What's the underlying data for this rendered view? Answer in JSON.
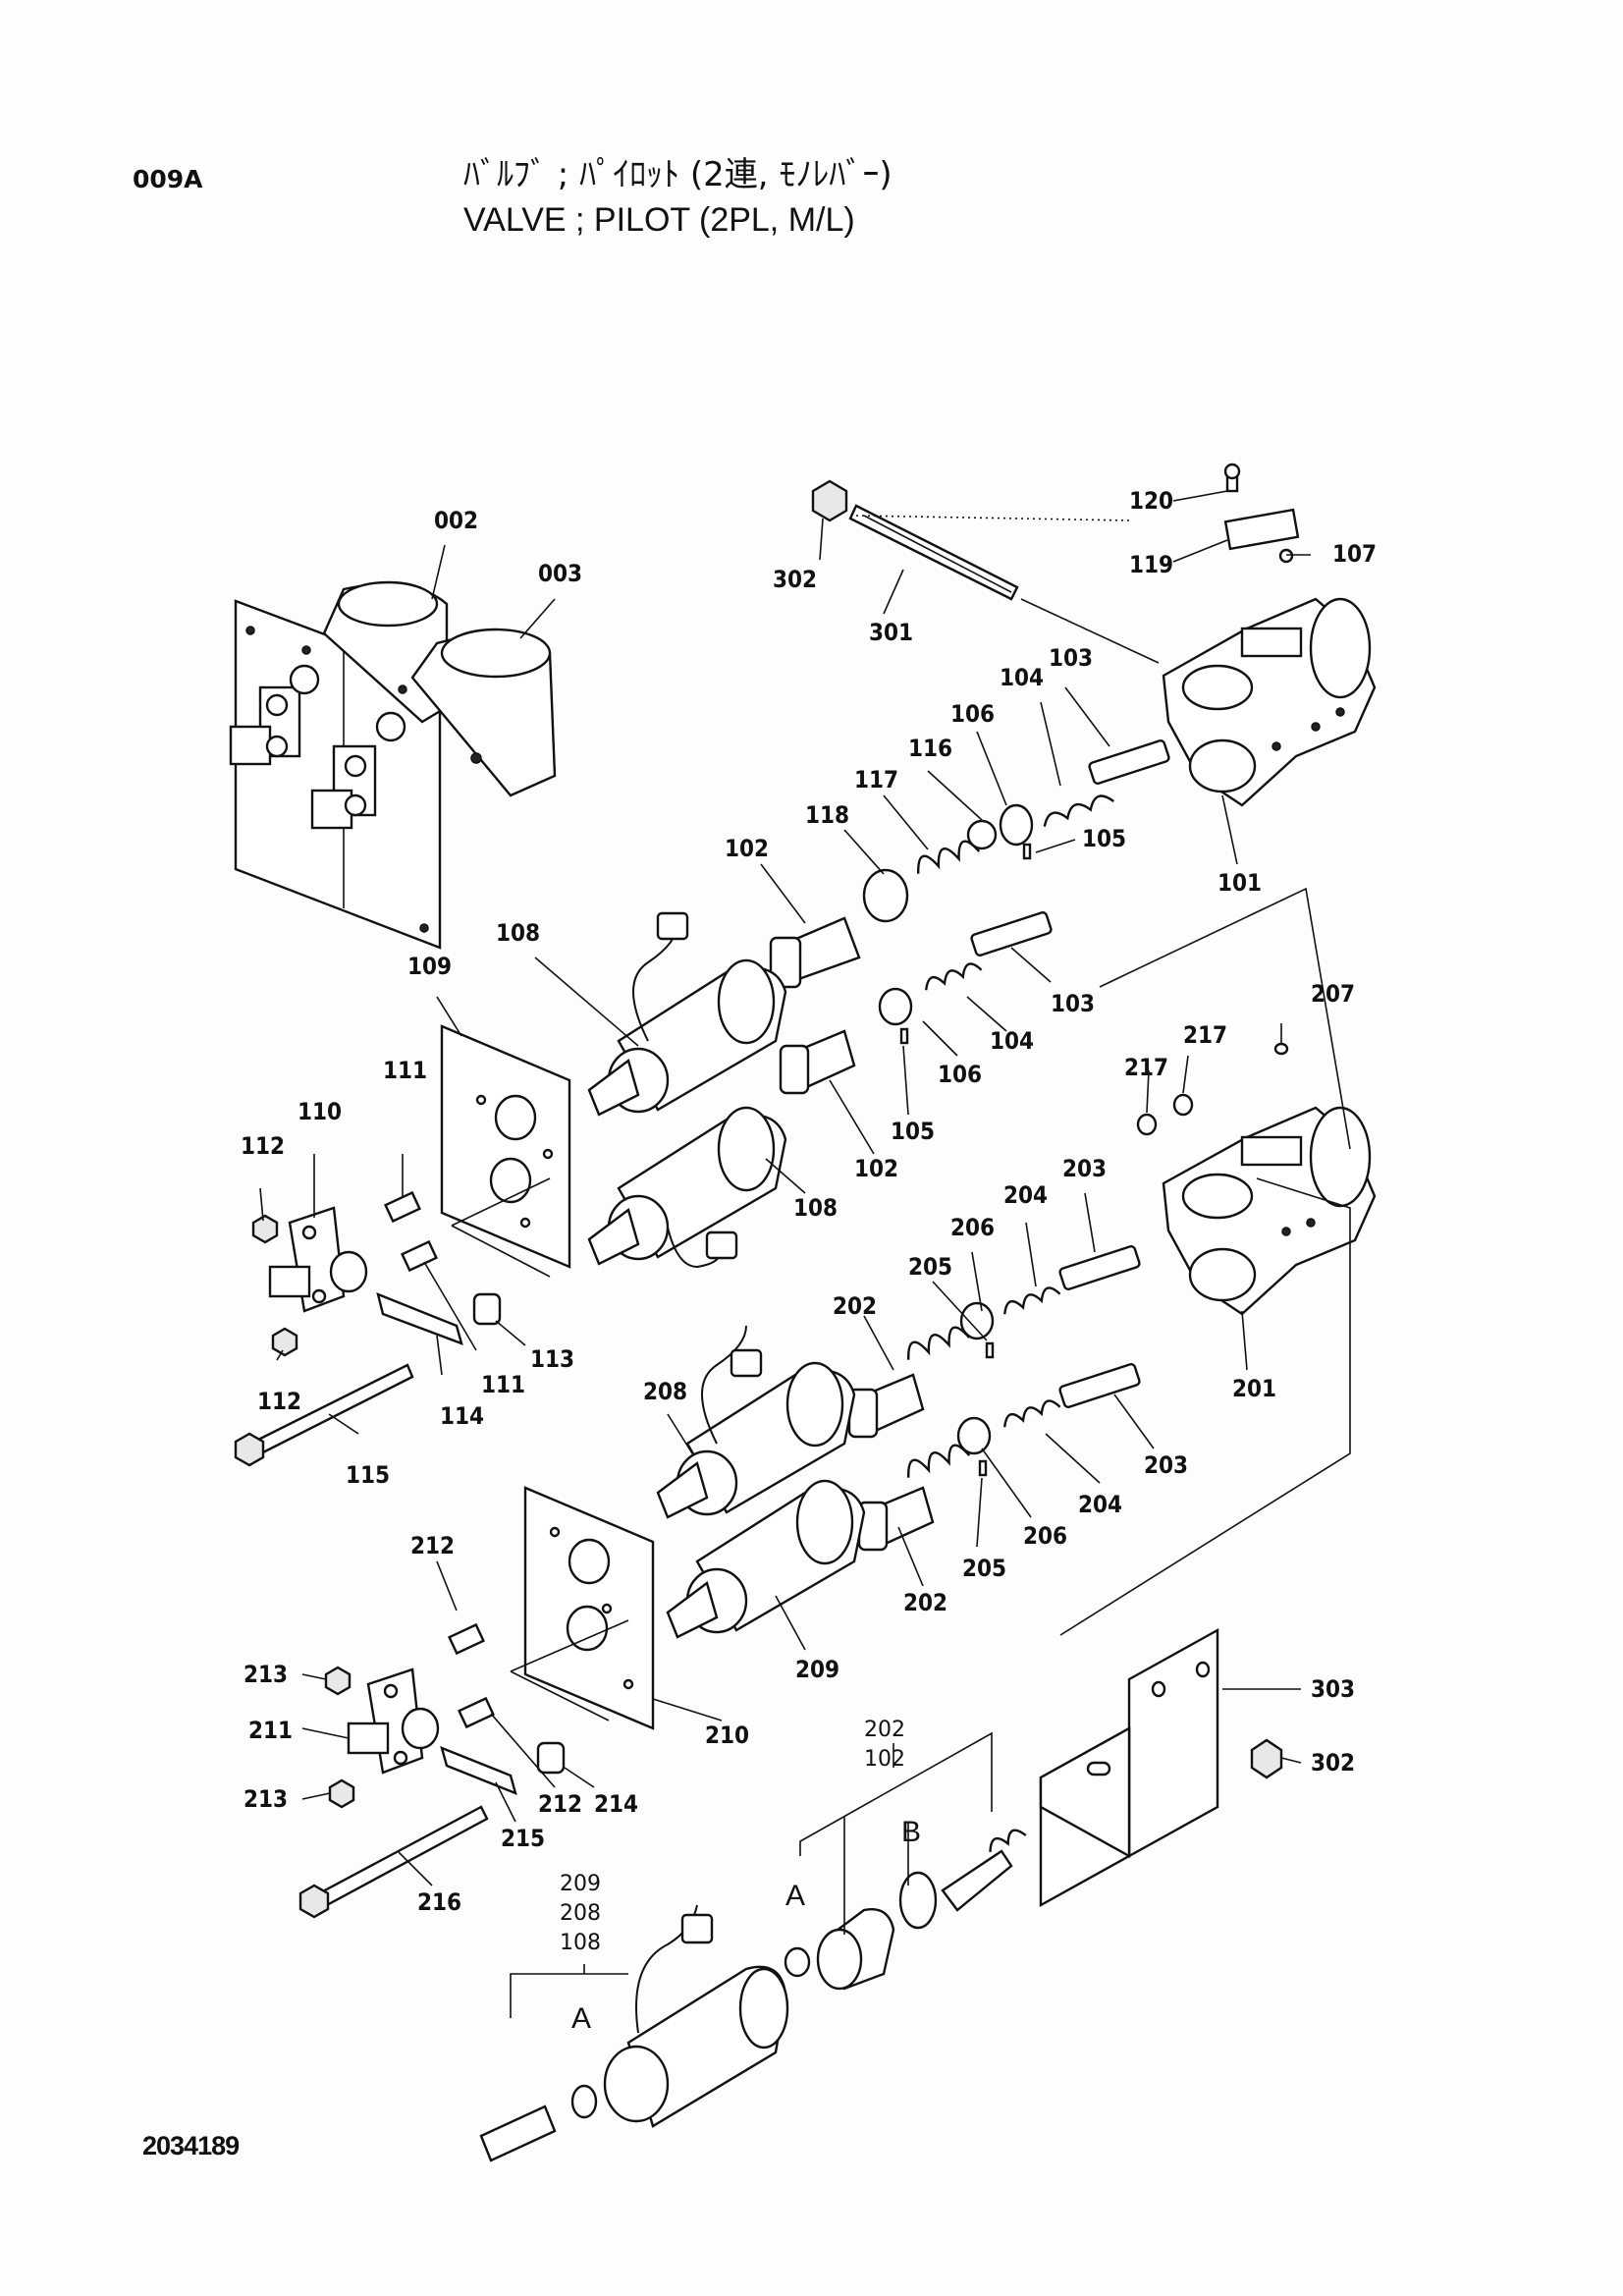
{
  "header": {
    "section_code": "009A",
    "title_jp": "ﾊﾞﾙﾌﾞ ; ﾊﾟｲﾛｯﾄ (2連, ﾓﾉﾚﾊﾞｰ)",
    "title_en": "VALVE ; PILOT (2PL, M/L)"
  },
  "footer": {
    "drawing_number": "2034189"
  },
  "callouts": [
    {
      "id": "c002",
      "text": "002"
    },
    {
      "id": "c003",
      "text": "003"
    },
    {
      "id": "c302a",
      "text": "302"
    },
    {
      "id": "c301",
      "text": "301"
    },
    {
      "id": "c120",
      "text": "120"
    },
    {
      "id": "c119",
      "text": "119"
    },
    {
      "id": "c107",
      "text": "107"
    },
    {
      "id": "c103a",
      "text": "103"
    },
    {
      "id": "c104a",
      "text": "104"
    },
    {
      "id": "c106a",
      "text": "106"
    },
    {
      "id": "c116",
      "text": "116"
    },
    {
      "id": "c117",
      "text": "117"
    },
    {
      "id": "c118",
      "text": "118"
    },
    {
      "id": "c105a",
      "text": "105"
    },
    {
      "id": "c101",
      "text": "101"
    },
    {
      "id": "c102a",
      "text": "102"
    },
    {
      "id": "c108a",
      "text": "108"
    },
    {
      "id": "c109",
      "text": "109"
    },
    {
      "id": "c103b",
      "text": "103"
    },
    {
      "id": "c104b",
      "text": "104"
    },
    {
      "id": "c106b",
      "text": "106"
    },
    {
      "id": "c105b",
      "text": "105"
    },
    {
      "id": "c102b",
      "text": "102"
    },
    {
      "id": "c108b",
      "text": "108"
    },
    {
      "id": "c111a",
      "text": "111"
    },
    {
      "id": "c110",
      "text": "110"
    },
    {
      "id": "c112a",
      "text": "112"
    },
    {
      "id": "c112b",
      "text": "112"
    },
    {
      "id": "c111b",
      "text": "111"
    },
    {
      "id": "c113",
      "text": "113"
    },
    {
      "id": "c114",
      "text": "114"
    },
    {
      "id": "c115",
      "text": "115"
    },
    {
      "id": "c207",
      "text": "207"
    },
    {
      "id": "c217a",
      "text": "217"
    },
    {
      "id": "c217b",
      "text": "217"
    },
    {
      "id": "c203a",
      "text": "203"
    },
    {
      "id": "c204a",
      "text": "204"
    },
    {
      "id": "c206a",
      "text": "206"
    },
    {
      "id": "c205a",
      "text": "205"
    },
    {
      "id": "c201",
      "text": "201"
    },
    {
      "id": "c202a",
      "text": "202"
    },
    {
      "id": "c208",
      "text": "208"
    },
    {
      "id": "c203b",
      "text": "203"
    },
    {
      "id": "c204b",
      "text": "204"
    },
    {
      "id": "c206b",
      "text": "206"
    },
    {
      "id": "c205b",
      "text": "205"
    },
    {
      "id": "c202b",
      "text": "202"
    },
    {
      "id": "c209",
      "text": "209"
    },
    {
      "id": "c212a",
      "text": "212"
    },
    {
      "id": "c213a",
      "text": "213"
    },
    {
      "id": "c211",
      "text": "211"
    },
    {
      "id": "c213b",
      "text": "213"
    },
    {
      "id": "c210",
      "text": "210"
    },
    {
      "id": "c212b",
      "text": "212"
    },
    {
      "id": "c214",
      "text": "214"
    },
    {
      "id": "c215",
      "text": "215"
    },
    {
      "id": "c216",
      "text": "216"
    },
    {
      "id": "c303",
      "text": "303"
    },
    {
      "id": "c302b",
      "text": "302"
    }
  ],
  "detail": {
    "right_refs": [
      "202",
      "102"
    ],
    "left_refs": [
      "209",
      "208",
      "108"
    ],
    "letter_a1": "A",
    "letter_b": "B",
    "letter_a2": "A"
  }
}
